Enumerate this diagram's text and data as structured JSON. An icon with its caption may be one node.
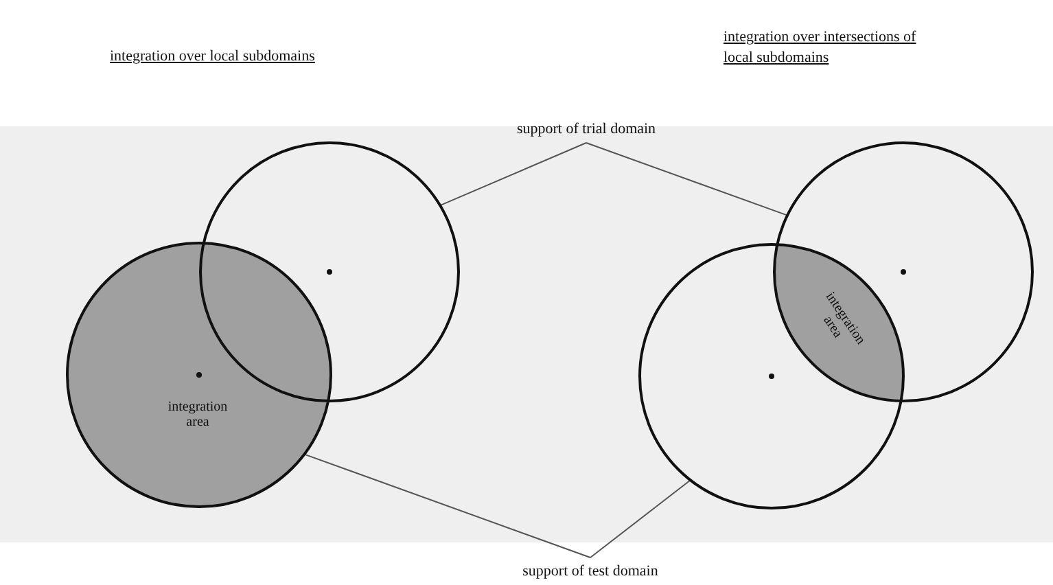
{
  "diagram": {
    "nodes": [
      {
        "text": [
          "support of trial domain"
        ]
      },
      {
        "text": [],
        "shape": "circle"
      },
      {
        "text": [
          "integration area"
        ]
      },
      {
        "text": [],
        "shape": "circle"
      },
      {
        "text": [],
        "shape": "circle"
      },
      {
        "text": [
          "integration area"
        ]
      },
      {
        "text": [
          "support of test domain"
        ]
      }
    ],
    "edges": [
      {
        "from": 0,
        "to": 1,
        "arrow": "none"
      },
      {
        "from": 0,
        "to": 3,
        "arrow": "none"
      },
      {
        "from": 6,
        "to": 2,
        "arrow": "none"
      },
      {
        "from": 6,
        "to": 4,
        "arrow": "none"
      }
    ],
    "labels": [
      "integration over local subdomains",
      "integration over intersections of local subdomains"
    ]
  }
}
